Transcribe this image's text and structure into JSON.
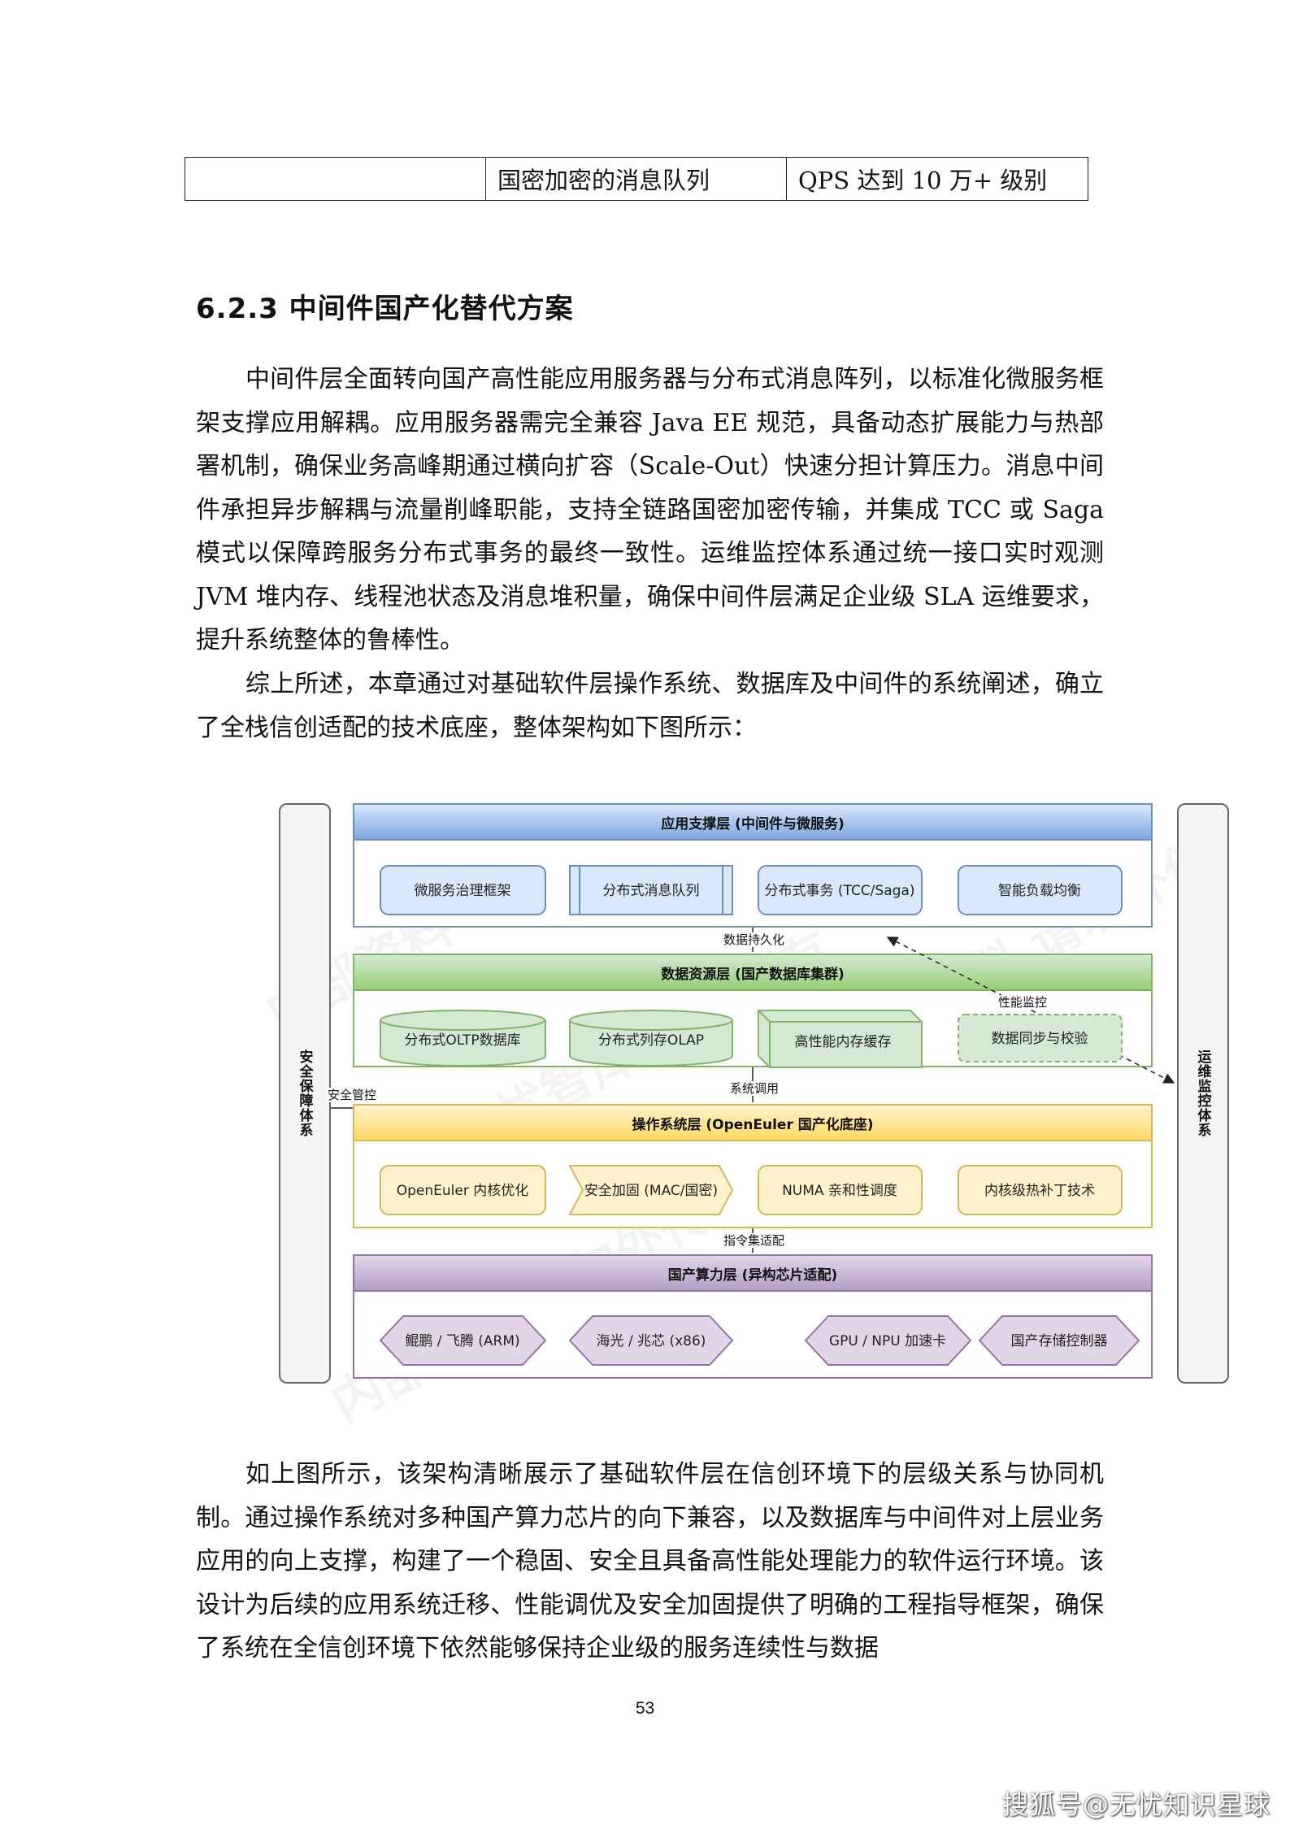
{
  "table": {
    "cell1": "",
    "cell2": "国密加密的消息队列",
    "cell3": "QPS 达到 10 万+ 级别"
  },
  "section_heading": "6.2.3 中间件国产化替代方案",
  "paragraphs": [
    "中间件层全面转向国产高性能应用服务器与分布式消息阵列，以标准化微服务框架支撑应用解耦。应用服务器需完全兼容 Java EE 规范，具备动态扩展能力与热部署机制，确保业务高峰期通过横向扩容（Scale-Out）快速分担计算压力。消息中间件承担异步解耦与流量削峰职能，支持全链路国密加密传输，并集成 TCC 或 Saga 模式以保障跨服务分布式事务的最终一致性。运维监控体系通过统一接口实时观测 JVM 堆内存、线程池状态及消息堆积量，确保中间件层满足企业级 SLA 运维要求，提升系统整体的鲁棒性。",
    "综上所述，本章通过对基础软件层操作系统、数据库及中间件的系统阐述，确立了全栈信创适配的技术底座，整体架构如下图所示：",
    "如上图所示，该架构清晰展示了基础软件层在信创环境下的层级关系与协同机制。通过操作系统对多种国产算力芯片的向下兼容，以及数据库与中间件对上层业务应用的向上支撑，构建了一个稳固、安全且具备高性能处理能力的软件运行环境。该设计为后续的应用系统迁移、性能调优及安全加固提供了明确的工程指导框架，确保了系统在全信创环境下依然能够保持企业级的服务连续性与数据"
  ],
  "diagram": {
    "side_left": "安全保障体系",
    "side_right": "运维监控体系",
    "layers": {
      "app": {
        "title": "应用支撑层 (中间件与微服务)",
        "nodes": [
          "微服务治理框架",
          "分布式消息队列",
          "分布式事务 (TCC/Saga)",
          "智能负载均衡"
        ]
      },
      "data": {
        "title": "数据资源层 (国产数据库集群)",
        "nodes": [
          "分布式OLTP数据库",
          "分布式列存OLAP",
          "高性能内存缓存",
          "数据同步与校验"
        ]
      },
      "os": {
        "title": "操作系统层 (OpenEuler 国产化底座)",
        "nodes": [
          "OpenEuler 内核优化",
          "安全加固 (MAC/国密)",
          "NUMA 亲和性调度",
          "内核级热补丁技术"
        ]
      },
      "hw": {
        "title": "国产算力层 (异构芯片适配)",
        "nodes": [
          "鲲鹏 / 飞腾 (ARM)",
          "海光 / 兆芯 (x86)",
          "GPU / NPU 加速卡",
          "国产存储控制器"
        ]
      }
    },
    "connectors": {
      "data_persist": "数据持久化",
      "sys_call": "系统调用",
      "isa_adapt": "指令集适配",
      "perf_monitor": "性能监控",
      "security_ctrl": "安全管控"
    },
    "watermark": [
      "内部资料 请勿外传",
      "©无忧智库 版权所有"
    ]
  },
  "page_number": "53",
  "footer_credit": "搜狐号@无忧知识星球"
}
